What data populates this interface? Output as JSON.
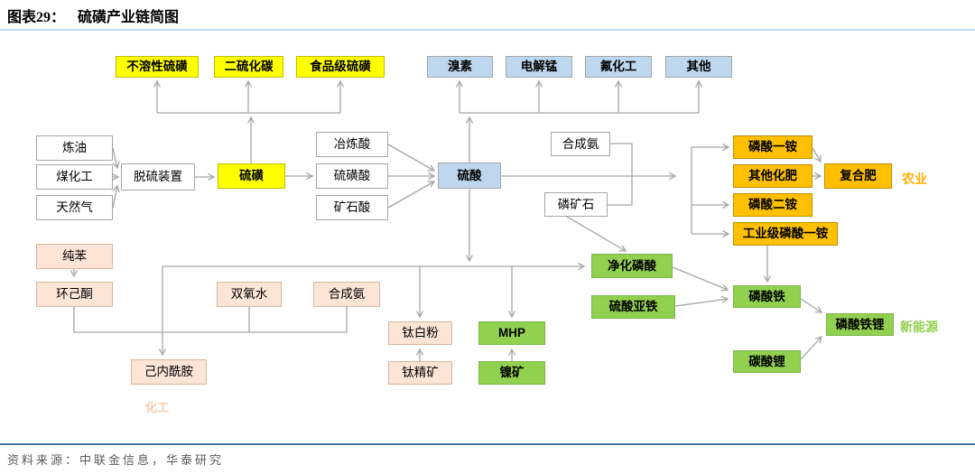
{
  "header": {
    "figure_label": "图表29：",
    "figure_title": "硫磺产业链简图"
  },
  "footer": {
    "source": "资料来源：中联金信息，华泰研究"
  },
  "group_labels": {
    "agriculture": "农业",
    "new_energy": "新能源",
    "chemical": "化工"
  },
  "colors": {
    "yellow_box": "#FFFF00",
    "blue_box": "#BDD7EE",
    "orange_box": "#FFC000",
    "green_box": "#92D050",
    "peach_box": "#FCE4D6",
    "white_box": "#FFFFFF",
    "connector": "#A6A6A6",
    "title_rule": "#BDD7EE",
    "footer_rule": "#41719C",
    "agriculture_label": "#FFB000",
    "new_energy_label": "#92D050",
    "chemical_label": "#F8CBAD"
  },
  "nodes": {
    "refining": {
      "label": "炼油"
    },
    "coal_chem": {
      "label": "煤化工"
    },
    "nat_gas": {
      "label": "天然气"
    },
    "desulf_unit": {
      "label": "脱硫装置"
    },
    "sulfur": {
      "label": "硫磺"
    },
    "insoluble_sulfur": {
      "label": "不溶性硫磺"
    },
    "carbon_disulfide": {
      "label": "二硫化碳"
    },
    "food_grade_sulfur": {
      "label": "食品级硫磺"
    },
    "smelting_acid": {
      "label": "冶炼酸"
    },
    "sulfur_based_acid": {
      "label": "硫磺酸"
    },
    "ore_acid": {
      "label": "矿石酸"
    },
    "sulfuric_acid": {
      "label": "硫酸"
    },
    "bromine": {
      "label": "溴素"
    },
    "electrolytic_manganese": {
      "label": "电解锰"
    },
    "fluorine_chem": {
      "label": "氟化工"
    },
    "others": {
      "label": "其他"
    },
    "syn_ammonia_top": {
      "label": "合成氨"
    },
    "phosphate_rock": {
      "label": "磷矿石"
    },
    "map": {
      "label": "磷酸一铵"
    },
    "other_fertilizer": {
      "label": "其他化肥"
    },
    "dap": {
      "label": "磷酸二铵"
    },
    "industrial_map": {
      "label": "工业级磷酸一铵"
    },
    "compound_fertilizer": {
      "label": "复合肥"
    },
    "benzene": {
      "label": "纯苯"
    },
    "cyclohexanone": {
      "label": "环己酮"
    },
    "caprolactam": {
      "label": "己内酰胺"
    },
    "h2o2": {
      "label": "双氧水"
    },
    "syn_ammonia_bottom": {
      "label": "合成氨"
    },
    "tio2": {
      "label": "钛白粉"
    },
    "ti_concentrate": {
      "label": "钛精矿"
    },
    "mhp": {
      "label": "MHP"
    },
    "nickel_ore": {
      "label": "镍矿"
    },
    "purified_phosphoric_acid": {
      "label": "净化磷酸"
    },
    "ferrous_sulfate": {
      "label": "硫酸亚铁"
    },
    "iron_phosphate": {
      "label": "磷酸铁"
    },
    "lfp": {
      "label": "磷酸铁锂"
    },
    "lithium_carbonate": {
      "label": "碳酸锂"
    }
  }
}
